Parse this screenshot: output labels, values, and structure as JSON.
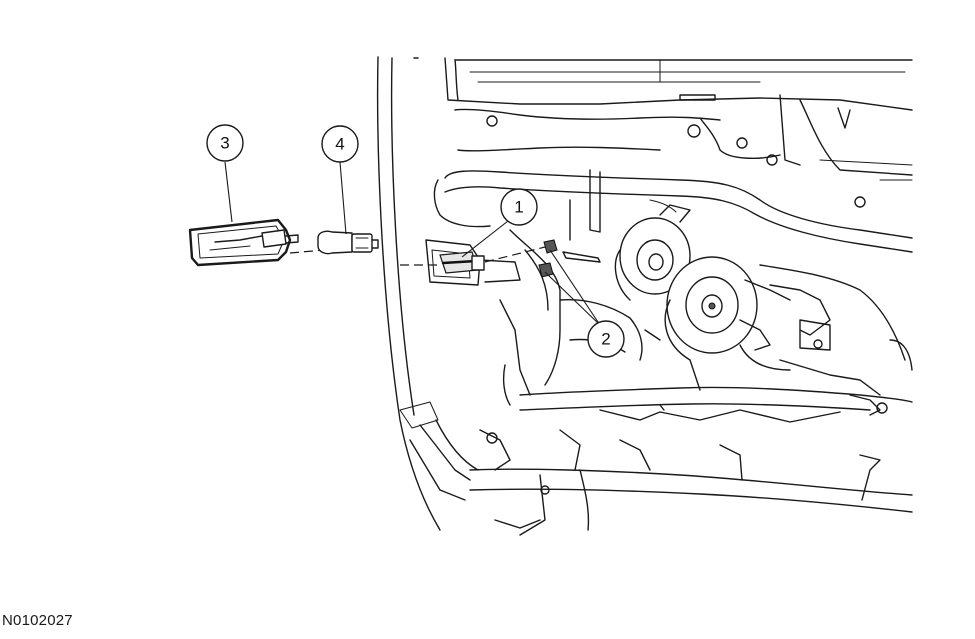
{
  "figure_id": "N0102027",
  "callouts": [
    {
      "label": "1",
      "part": "bulb-socket"
    },
    {
      "label": "2",
      "part": "retaining-clips"
    },
    {
      "label": "3",
      "part": "side-marker-lamp-lens"
    },
    {
      "label": "4",
      "part": "bulb"
    }
  ]
}
